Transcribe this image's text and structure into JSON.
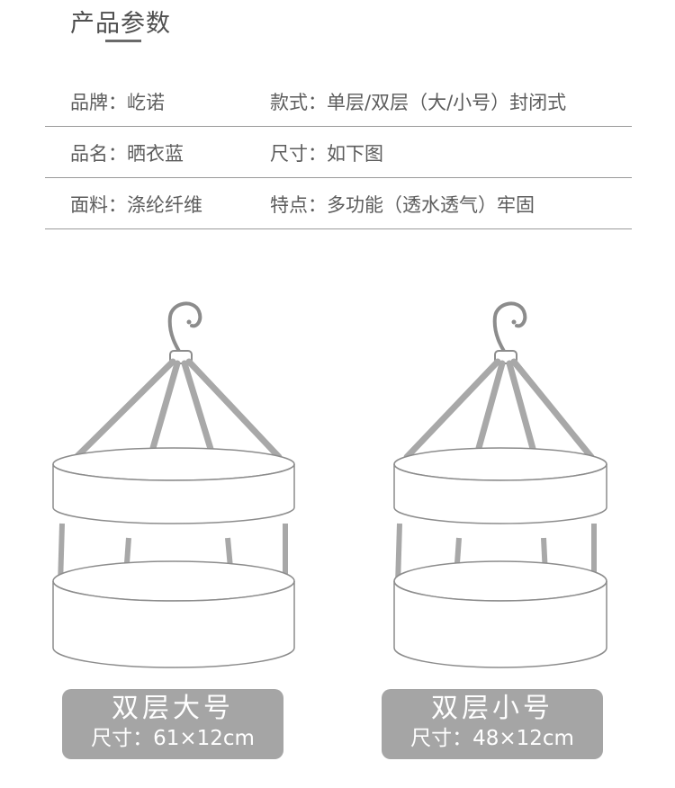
{
  "header": {
    "title": "产品参数"
  },
  "specs": [
    {
      "left": "品牌：屹诺",
      "right": "款式：单层/双层（大/小号）封闭式"
    },
    {
      "left": "品名：晒衣蓝",
      "right": "尺寸：如下图"
    },
    {
      "left": "面料：涤纶纤维",
      "right": "特点：多功能（透水透气）牢固"
    }
  ],
  "products": [
    {
      "name": "双层大号",
      "size": "尺寸：61×12cm"
    },
    {
      "name": "双层小号",
      "size": "尺寸：48×12cm"
    }
  ],
  "colors": {
    "label_bg": "#a5a5a5",
    "line": "#9a9a9a",
    "strap": "#a8a8a8",
    "outline": "#8c8c8c"
  }
}
